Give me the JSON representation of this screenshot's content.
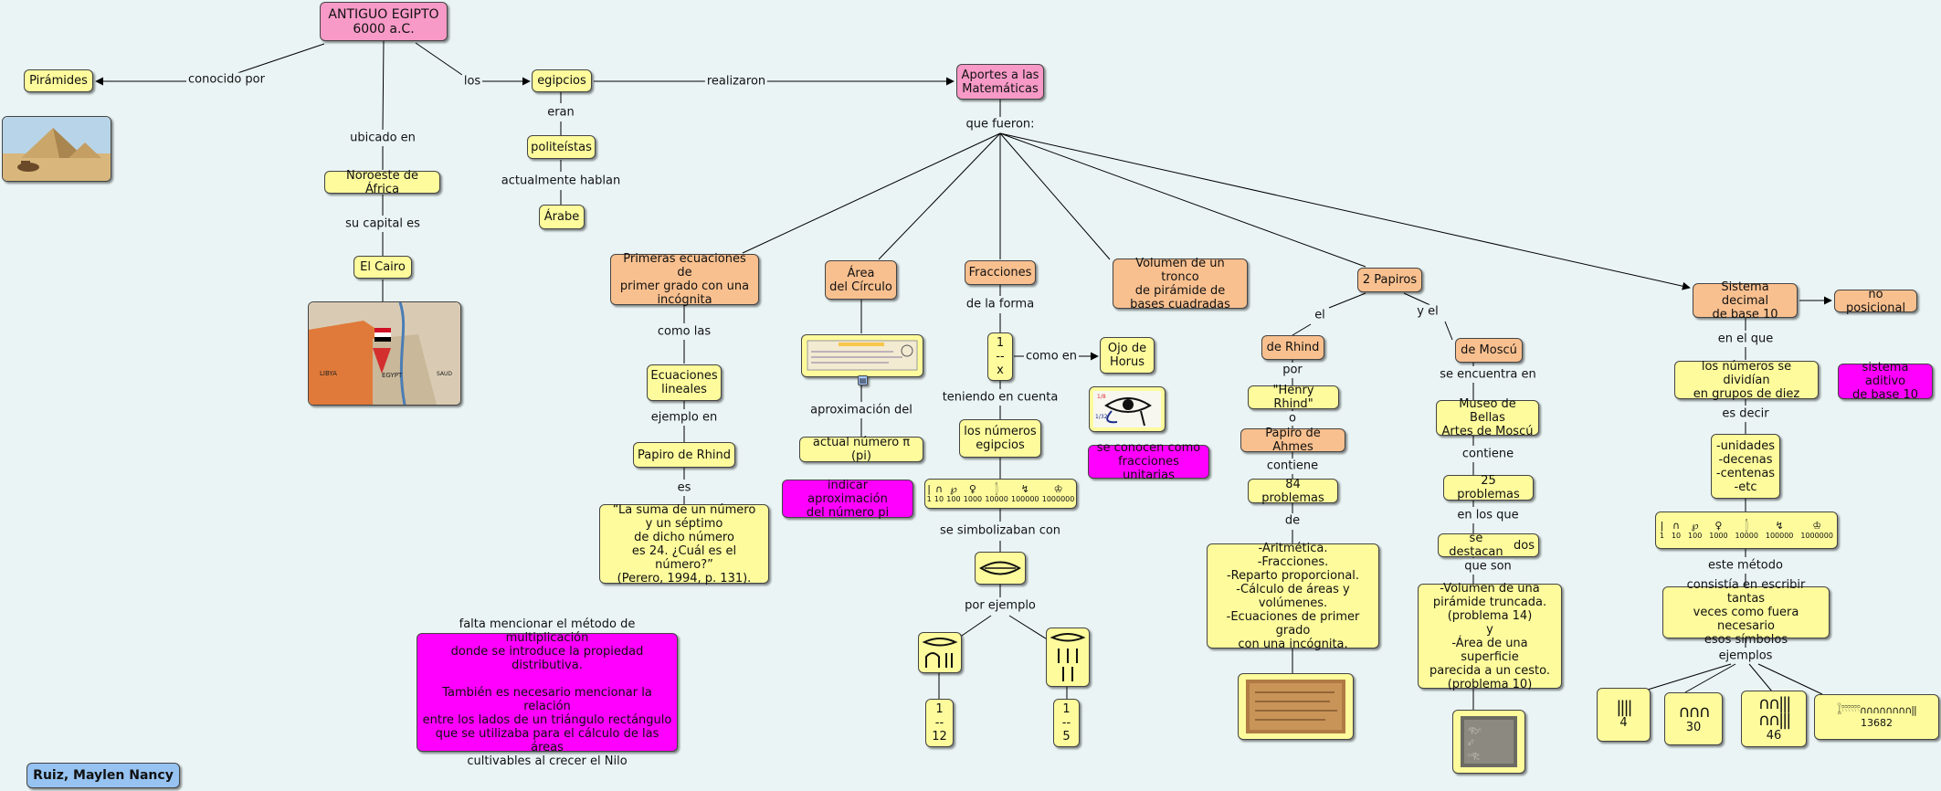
{
  "author": "Ruiz, Maylen Nancy",
  "nodes": {
    "antiguo": "ANTIGUO EGIPTO\n6000 a.C.",
    "piramides": "Pirámides",
    "noroeste": "Noroeste de África",
    "cairo": "El Cairo",
    "egipcios": "egipcios",
    "politeistas": "politeístas",
    "arabe": "Árabe",
    "aportes": "Aportes a las\nMatemáticas",
    "primeras": "Primeras ecuaciones de\nprimer grado con una\nincógnita",
    "ecuaciones": "Ecuaciones\nlineales",
    "papiro_rhind": "Papiro de Rhind",
    "quote": "“La suma de un número\ny un séptimo\nde dicho número\nes 24. ¿Cuál es el número?”\n(Perero, 1994, p. 131).",
    "area": "Área\ndel Círculo",
    "pi_value": "actual número π (pi)",
    "pi_note": "indicar aproximación\ndel número pi",
    "fracciones": "Fracciones",
    "frac_1x": "1\n--\nx",
    "ojo": "Ojo de\nHorus",
    "unitarias": "se conocen como\nfracciones unitarias",
    "numeros_egipcios": "los números\negipcios",
    "f12": "1\n--\n12",
    "f15": "1\n--\n5",
    "volumen": "Volumen de un tronco\nde pirámide de\nbases cuadradas",
    "dos_papiros": "2 Papiros",
    "de_rhind": "de Rhind",
    "henry": "\"Henry Rhind\"",
    "ahmes": "Papiro de Ahmes",
    "p84": "84 problemas",
    "temas_rhind": "-Aritmética.\n-Fracciones.\n-Reparto proporcional.\n-Cálculo de áreas y\nvolúmenes.\n-Ecuaciones de primer grado\ncon una incógnita.",
    "de_moscu": "de Moscú",
    "museo": "Museo de Bellas\nArtes de Moscú",
    "p25": "25 problemas",
    "destacan": "dos",
    "temas_moscu": "-Volumen de una\npirámide truncada.\n(problema 14)\ny\n-Área de una superficie\nparecida a un cesto.\n(problema 10)",
    "sistema": "Sistema decimal\nde base 10",
    "no_posicional": "no posicional",
    "aditivo": "sistema aditivo\nde base 10",
    "grupos": "los números se dividían\nen grupos de diez",
    "unidades": "-unidades\n-decenas\n-centenas\n-etc",
    "consistia": "consistía en escribir tantas\nveces como fuera necesario\nesos símbolos",
    "ex4": "4",
    "ex30": "30",
    "ex46": "46",
    "ex13682": "13682",
    "falta": "falta mencionar el método de multiplicación\ndonde se introduce la propiedad distributiva.\n\nTambién es necesario mencionar la relación\nentre los lados de un triángulo rectángulo\nque se utilizaba para el cálculo de las áreas\ncultivables al crecer el Nilo"
  },
  "links": {
    "conocido_por": "conocido por",
    "ubicado_en": "ubicado en",
    "los": "los",
    "realizaron": "realizaron",
    "su_capital": "su capital es",
    "eran": "eran",
    "actualmente": "actualmente hablan",
    "que_fueron": "que fueron:",
    "como_las": "como las",
    "ejemplo_en": "ejemplo en",
    "es": "es",
    "aproximacion": "aproximación del",
    "de_la_forma": "de la forma",
    "como_en": "como en",
    "teniendo": "teniendo en cuenta",
    "se_simbolizaban": "se simbolizaban con",
    "por_ejemplo": "por ejemplo",
    "el": "el",
    "y_el": "y el",
    "por": "por",
    "o": "o",
    "contiene": "contiene",
    "de": "de",
    "se_encuentra": "se encuentra en",
    "contiene2": "contiene",
    "en_los_que": "en los que",
    "se_destacan": "se destacan",
    "que_son": "que son",
    "en_el_que": "en el que",
    "es_decir": "es decir",
    "este_metodo": "este método",
    "ejemplos": "ejemplos"
  },
  "numerals": {
    "values": [
      "1",
      "10",
      "100",
      "1000",
      "10000",
      "100000",
      "1000000"
    ],
    "symbols": [
      "|",
      "∩",
      "℘",
      "♀",
      "𓂭",
      "↯",
      "♔"
    ]
  },
  "images": {
    "pyramids": "pyramids-camel-photo",
    "map": "egypt-map-photo",
    "pi_doc": "pi-approximation-document",
    "horus": "eye-of-horus-fractions",
    "rhind_photo": "rhind-papyrus-photo",
    "moscow_photo": "moscow-papyrus-photo"
  },
  "colors": {
    "yellow": "#fdfb9c",
    "orange": "#f9c08f",
    "pink": "#f79ac7",
    "magenta": "#ff00ff",
    "blue": "#96c3f1",
    "background": "#eaf4f5"
  }
}
